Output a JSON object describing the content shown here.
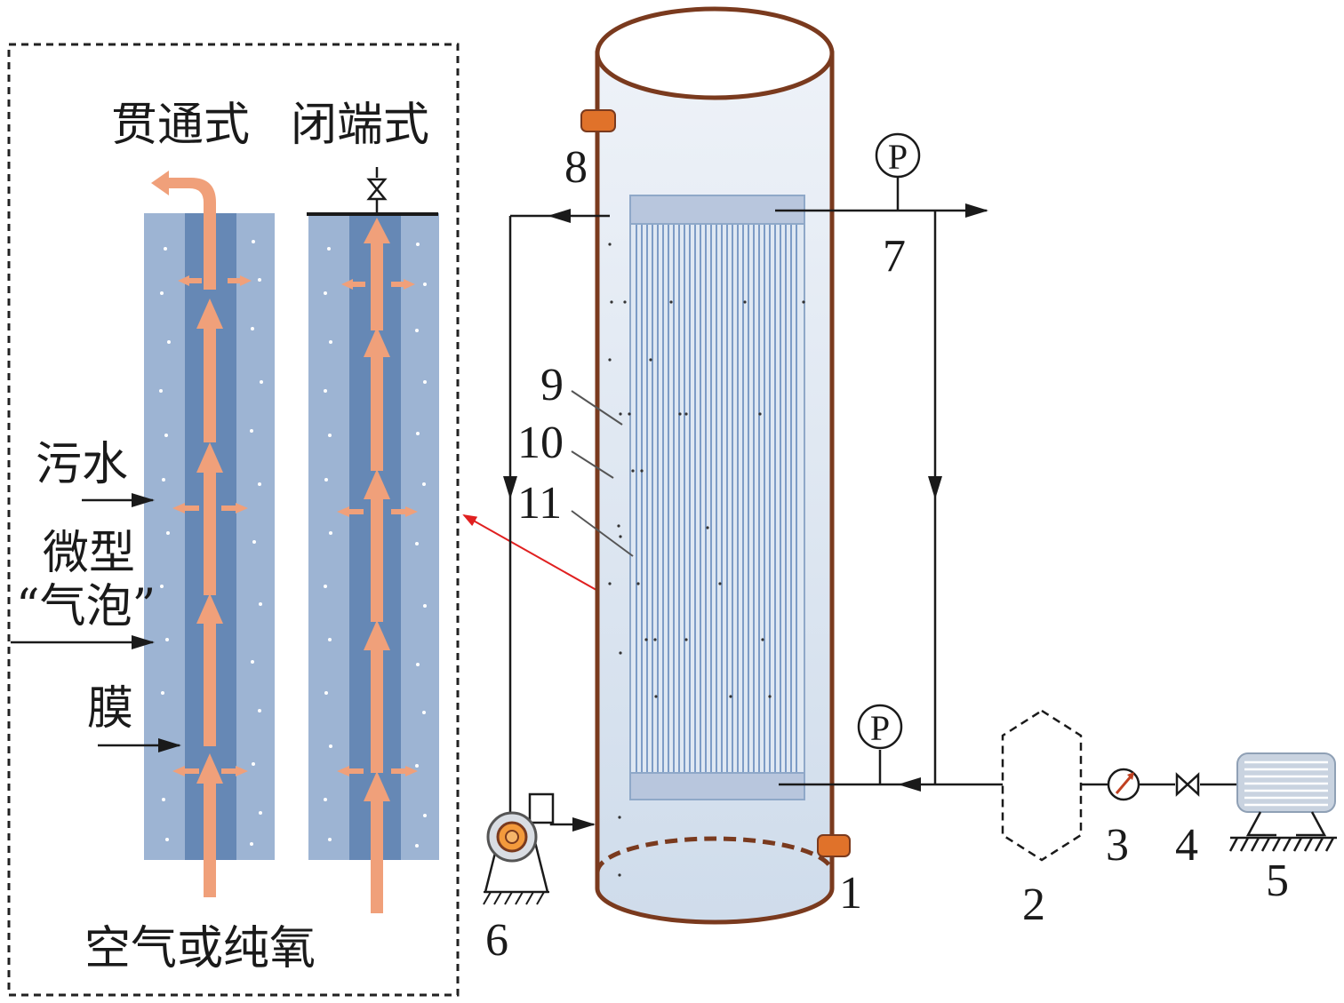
{
  "inset": {
    "col1_title": "贯通式",
    "col2_title": "闭端式",
    "label_sewage": "污水",
    "label_micro_line1": "微型",
    "label_micro_line2": "“气泡”",
    "label_membrane": "膜",
    "label_gas": "空气或纯氧"
  },
  "gauges": {
    "top_symbol": "P",
    "bottom_symbol": "P"
  },
  "numbers": {
    "n1": "1",
    "n2": "2",
    "n3": "3",
    "n4": "4",
    "n5": "5",
    "n6": "6",
    "n7": "7",
    "n8": "8",
    "n9": "9",
    "n10": "10",
    "n11": "11"
  },
  "colors": {
    "tank_outline": "#7a3a1e",
    "membrane_blue": "#9db4d3",
    "lumen_blue": "#6688b5",
    "flow_arrow": "#f0a07a",
    "port_orange": "#e0722a",
    "pointer_red": "#e02020"
  }
}
